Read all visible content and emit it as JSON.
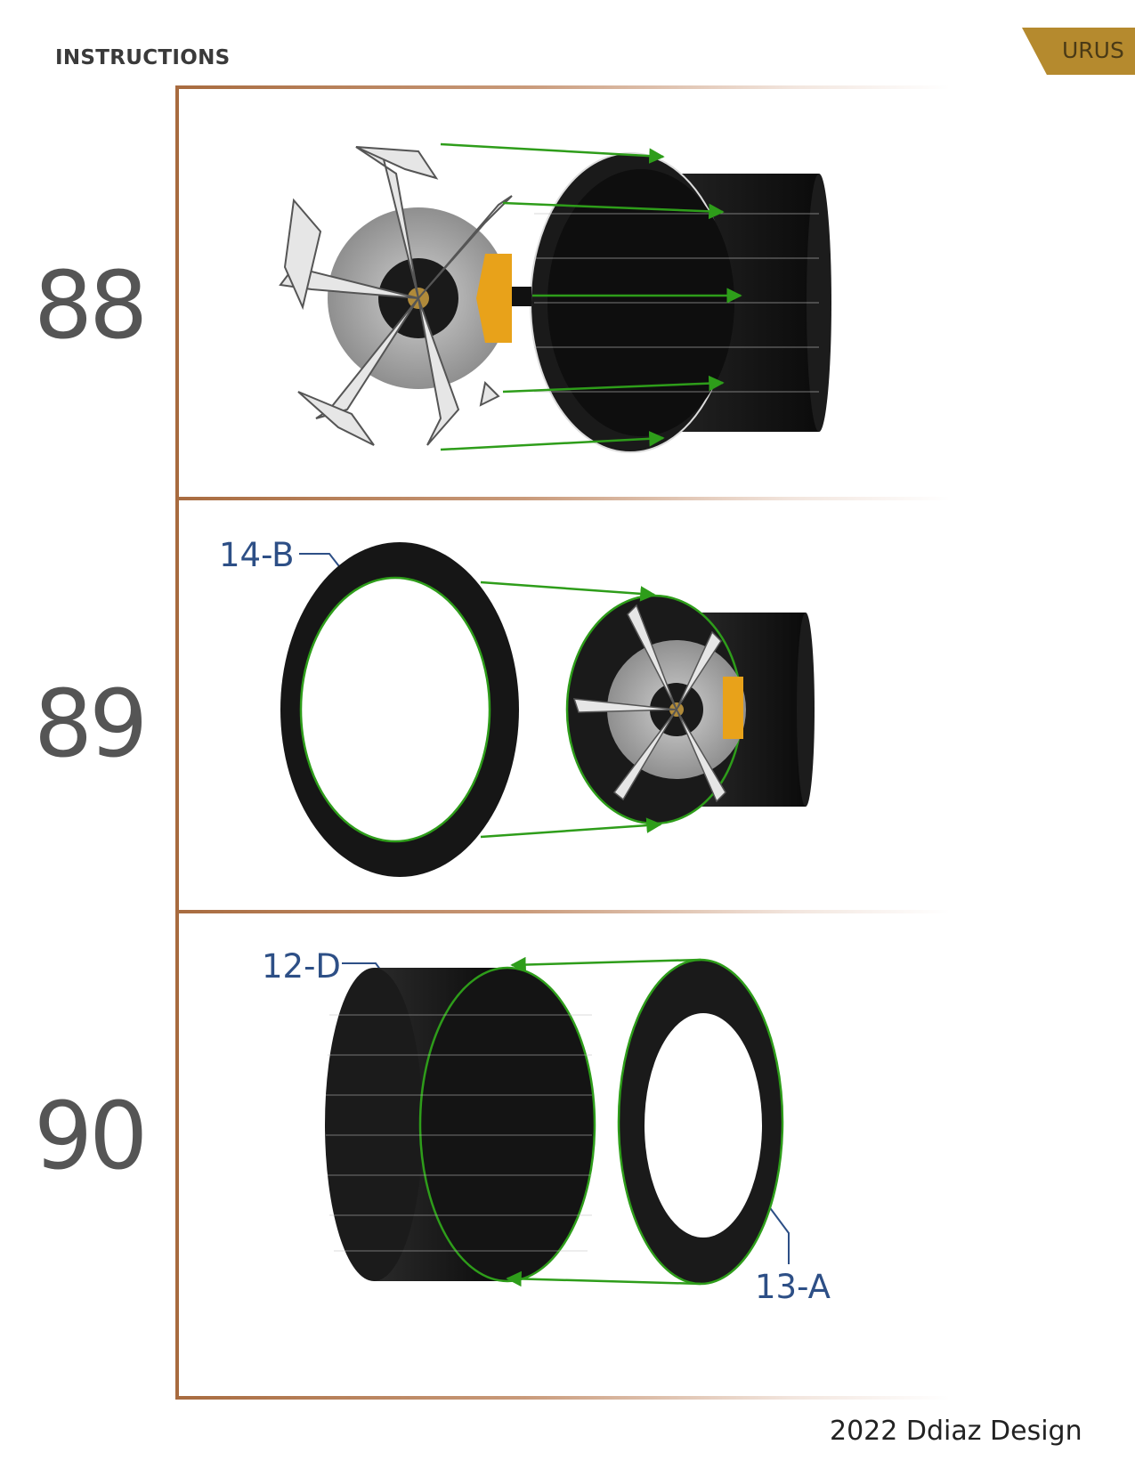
{
  "header": {
    "title": "INSTRUCTIONS",
    "brand": "URUS"
  },
  "steps": [
    {
      "number": "88"
    },
    {
      "number": "89",
      "part_label": "14-B"
    },
    {
      "number": "90",
      "part_labels": [
        "12-D",
        "13-A"
      ]
    }
  ],
  "footer": {
    "credit": "2022 Ddiaz Design"
  },
  "colors": {
    "frame": "#a86b3f",
    "brand_tab": "#b58a2e",
    "arrow": "#2e9d1a",
    "part_label": "#2d4f86",
    "caliper": "#e8a21a",
    "tire": "#151515"
  },
  "icons": [
    "wheel-rim-icon",
    "brake-disc-icon",
    "brake-caliper-icon",
    "tire-tread-icon",
    "tire-sidewall-icon",
    "assembly-arrow-icon"
  ]
}
